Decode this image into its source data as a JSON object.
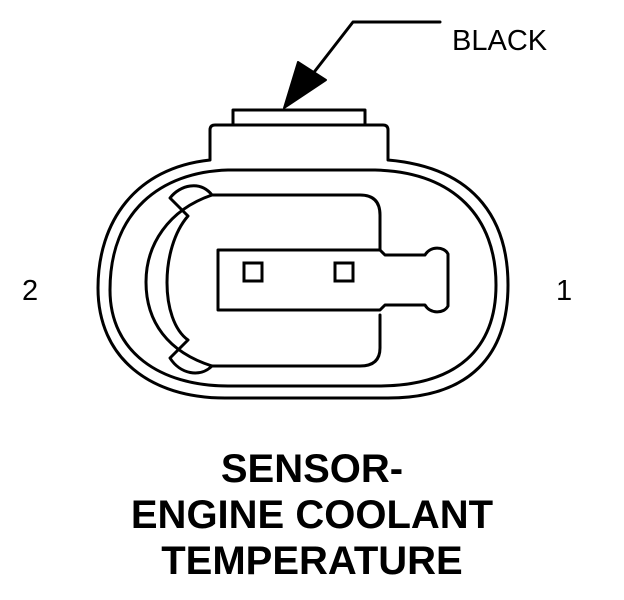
{
  "labels": {
    "wire_color": "BLACK",
    "pin_2": "2",
    "pin_1": "1"
  },
  "caption": {
    "line1": "SENSOR-",
    "line2": "ENGINE COOLANT",
    "line3": "TEMPERATURE"
  },
  "colors": {
    "stroke": "#000000",
    "background": "#ffffff"
  }
}
